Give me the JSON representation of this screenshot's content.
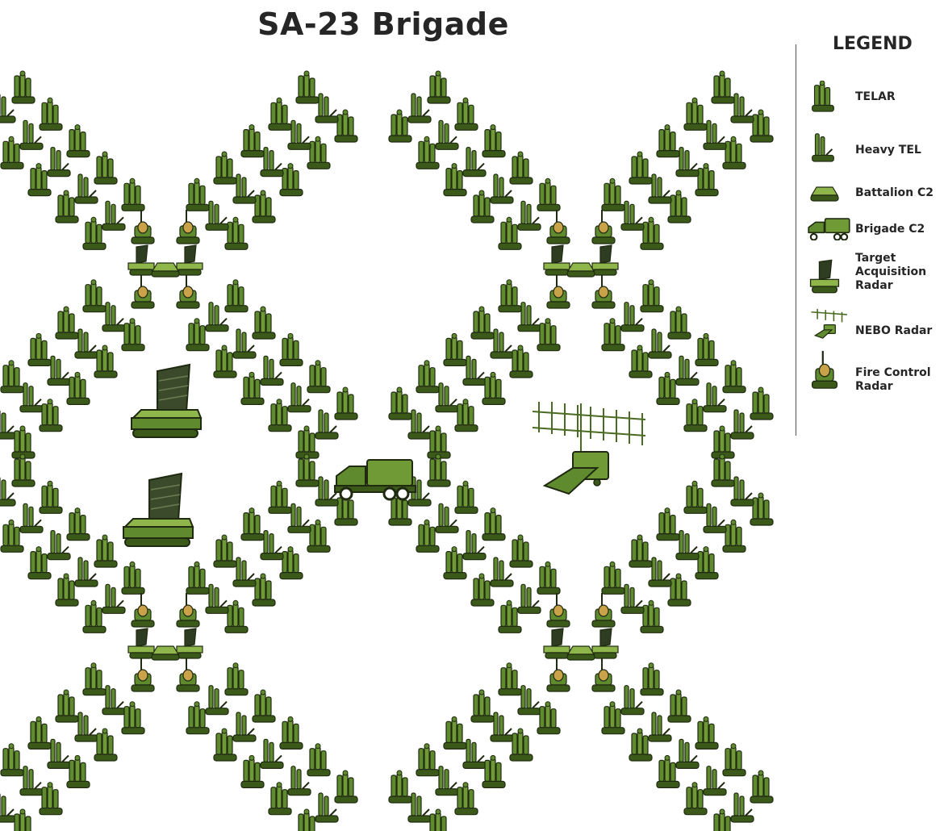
{
  "title": "SA-23 Brigade",
  "colors": {
    "vehicle_green": "#5f8a2e",
    "vehicle_light": "#8fb64a",
    "vehicle_dark": "#3b5a1a",
    "outline": "#1f2a10",
    "radar_gold": "#c9a24a"
  },
  "legend": {
    "title": "LEGEND",
    "items": [
      {
        "label": "TELAR",
        "icon": "telar-icon"
      },
      {
        "label": "Heavy TEL",
        "icon": "heavy-tel-icon"
      },
      {
        "label": "Battalion C2",
        "icon": "battalion-c2-icon"
      },
      {
        "label": "Brigade C2",
        "icon": "brigade-c2-icon"
      },
      {
        "label": "Target\nAcquisition\nRadar",
        "icon": "target-acquisition-radar-icon"
      },
      {
        "label": "NEBO Radar",
        "icon": "nebo-radar-icon"
      },
      {
        "label": "Fire Control\nRadar",
        "icon": "fire-control-radar-icon"
      }
    ]
  },
  "battalions": [
    {
      "name": "battalion-top-left"
    },
    {
      "name": "battalion-top-right"
    },
    {
      "name": "battalion-bottom-left"
    },
    {
      "name": "battalion-bottom-right"
    }
  ]
}
